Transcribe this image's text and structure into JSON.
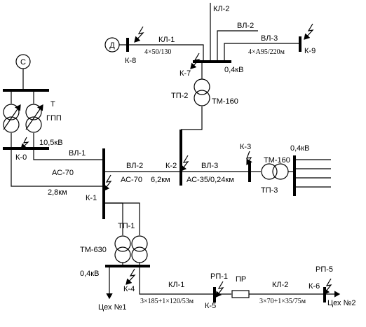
{
  "source": {
    "label": "C"
  },
  "ggp": {
    "t_label": "Т",
    "name": "ГПП",
    "voltage": "10,5кВ",
    "fault": "К-0"
  },
  "vl1": {
    "name": "ВЛ-1",
    "cable": "АС-70",
    "length": "2,8км"
  },
  "k1": {
    "name": "К-1"
  },
  "vl2_main": {
    "name": "ВЛ-2",
    "cable": "АС-70",
    "length": "6,2км"
  },
  "k2": {
    "name": "К-2"
  },
  "vl3_main": {
    "name": "ВЛ-3",
    "cable": "АС-35/0,24км"
  },
  "k3": {
    "name": "К-3",
    "voltage": "0,4кВ",
    "transformer": "ТМ-160",
    "substation": "ТП-3"
  },
  "tp2": {
    "name": "ТП-2",
    "transformer": "ТМ-160",
    "voltage": "0,4кВ",
    "fault": "К-7"
  },
  "top": {
    "kl2": "КЛ-2",
    "kl1": "КЛ-1",
    "kl1_cable": "4×50/130",
    "motor": "Д",
    "k8": "К-8",
    "vl2": "ВЛ-2",
    "vl3": "ВЛ-3",
    "vl3_cable": "4×А95/220м",
    "k9": "К-9"
  },
  "tp1": {
    "name": "ТП-1",
    "transformer": "ТМ-630",
    "voltage": "0,4кВ",
    "fault": "К-4",
    "shop": "Цех №1"
  },
  "bottom": {
    "kl1": "КЛ-1",
    "kl1_cable": "3×185+1×120/53м",
    "rp1": "РП-1",
    "k5": "К-5",
    "pr": "ПР",
    "kl2": "КЛ-2",
    "kl2_cable": "3×70+1×35/75м",
    "rp5": "РП-5",
    "k6": "К-6",
    "shop2": "Цех №2"
  }
}
